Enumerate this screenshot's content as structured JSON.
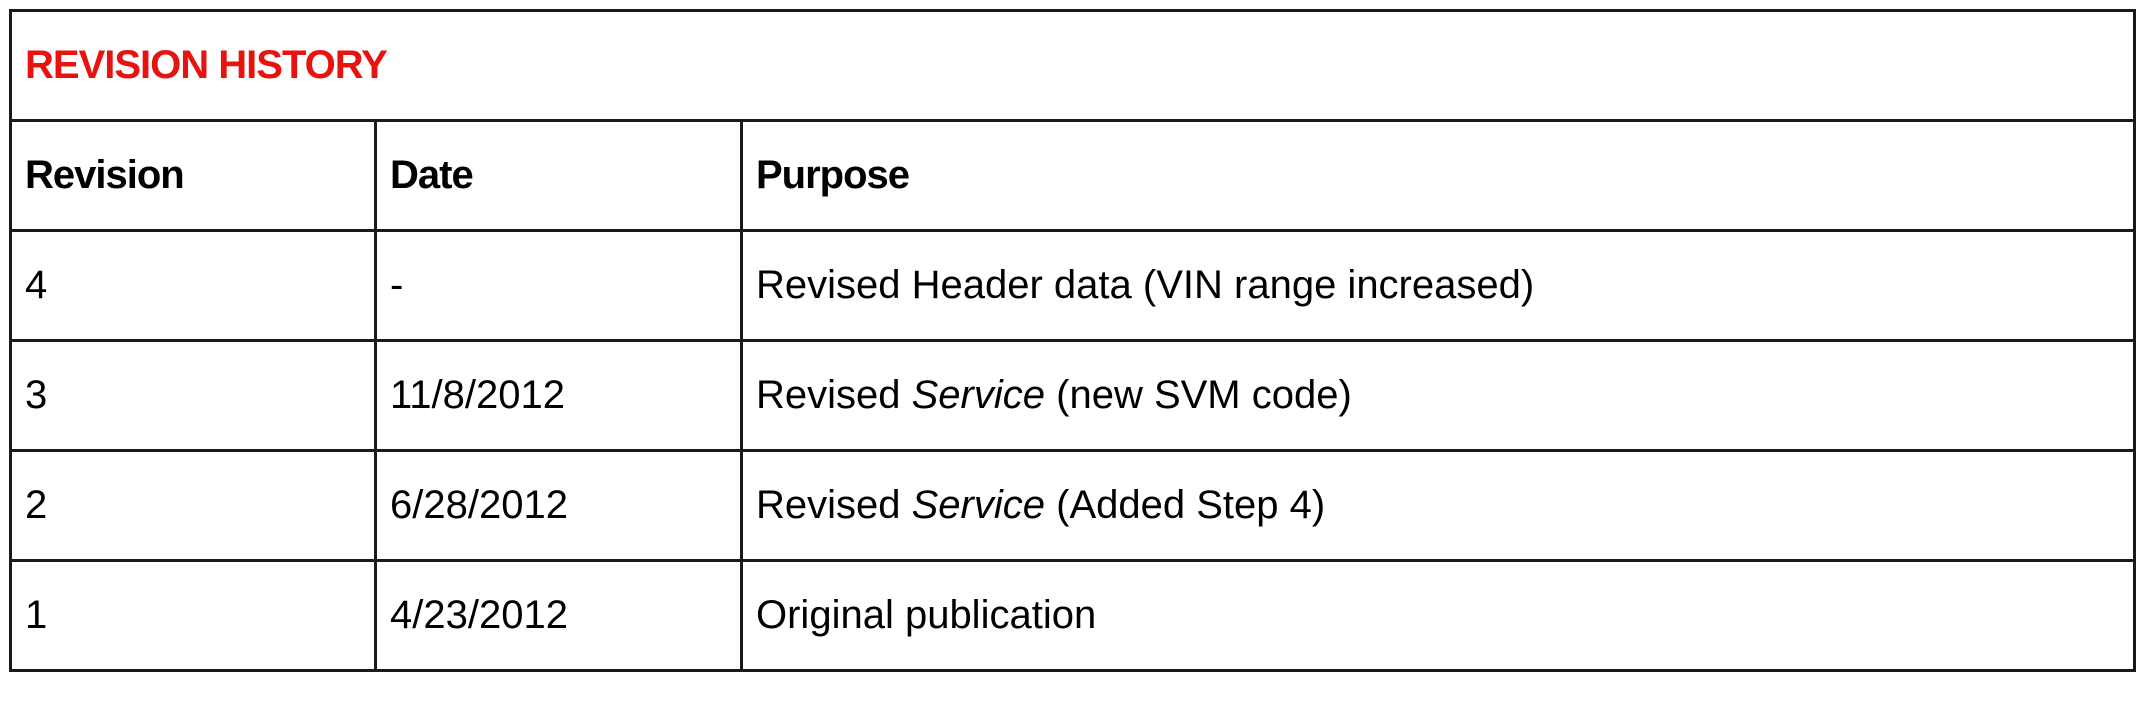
{
  "title": "REVISION HISTORY",
  "columns": {
    "revision": "Revision",
    "date": "Date",
    "purpose": "Purpose"
  },
  "rows": [
    {
      "revision": "4",
      "date": "-",
      "purpose_pre": "Revised Header data (VIN range increased)",
      "purpose_em": "",
      "purpose_post": ""
    },
    {
      "revision": "3",
      "date": "11/8/2012",
      "purpose_pre": "Revised ",
      "purpose_em": "Service",
      "purpose_post": " (new SVM code)"
    },
    {
      "revision": "2",
      "date": "6/28/2012",
      "purpose_pre": "Revised ",
      "purpose_em": "Service",
      "purpose_post": " (Added Step 4)"
    },
    {
      "revision": "1",
      "date": "4/23/2012",
      "purpose_pre": "Original publication",
      "purpose_em": "",
      "purpose_post": ""
    }
  ],
  "colors": {
    "title": "#e8130f",
    "border": "#1a1a1a"
  }
}
